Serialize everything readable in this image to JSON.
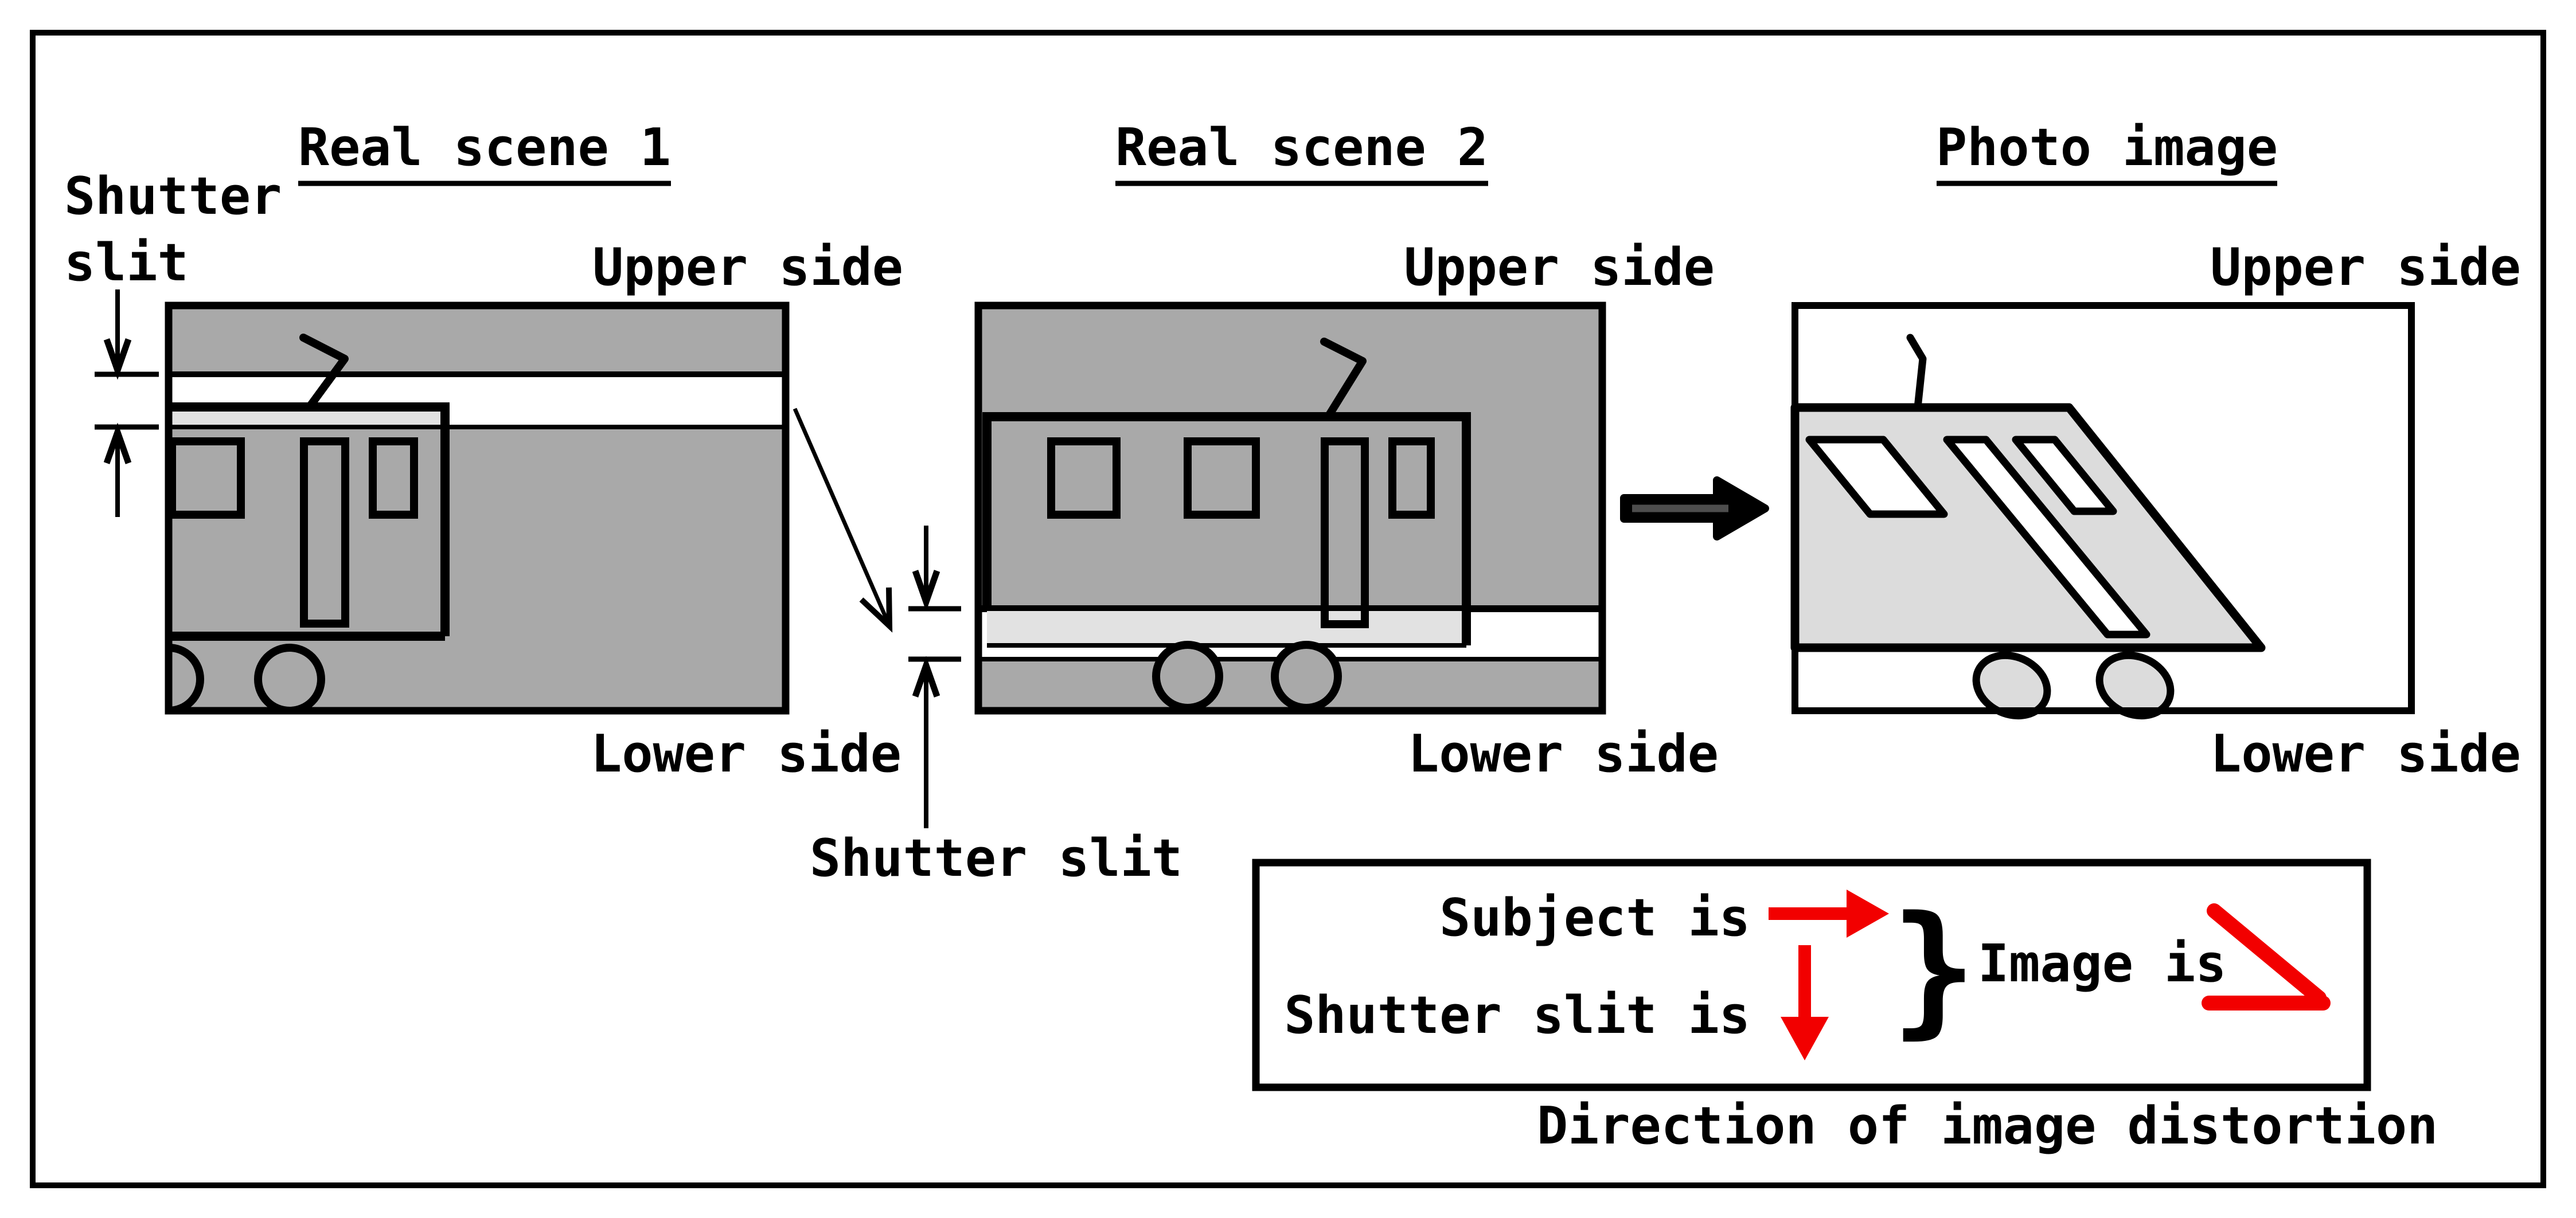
{
  "panels": {
    "scene1": {
      "title": "Real scene 1",
      "upper": "Upper side",
      "lower": "Lower side"
    },
    "scene2": {
      "title": "Real scene 2",
      "upper": "Upper side",
      "lower": "Lower side"
    },
    "photo": {
      "title": "Photo image",
      "upper": "Upper side",
      "lower": "Lower side"
    }
  },
  "annotations": {
    "slit_label_line1": "Shutter",
    "slit_label_line2": "slit",
    "slit_label_scene2": "Shutter slit"
  },
  "legend": {
    "subject": "Subject is",
    "shutter_slit": "Shutter slit is",
    "image": "Image is",
    "brace": "}",
    "caption": "Direction of image distortion"
  },
  "colors": {
    "ink": "#000000",
    "scene_gray": "#a9a9a9",
    "highlight_gray": "#e2e2e2",
    "photo_train_gray": "#dcdcdc",
    "double_arrow_core": "#4d4d4d",
    "red": "#f20000",
    "background": "#ffffff"
  },
  "icons": {
    "subject_direction": "red-right-arrow",
    "slit_direction": "red-down-arrow",
    "distortion_result": "red-shear-corner",
    "scene_to_photo": "black-double-arrow",
    "dimension_markers": "extent-arrows-with-ticks"
  }
}
